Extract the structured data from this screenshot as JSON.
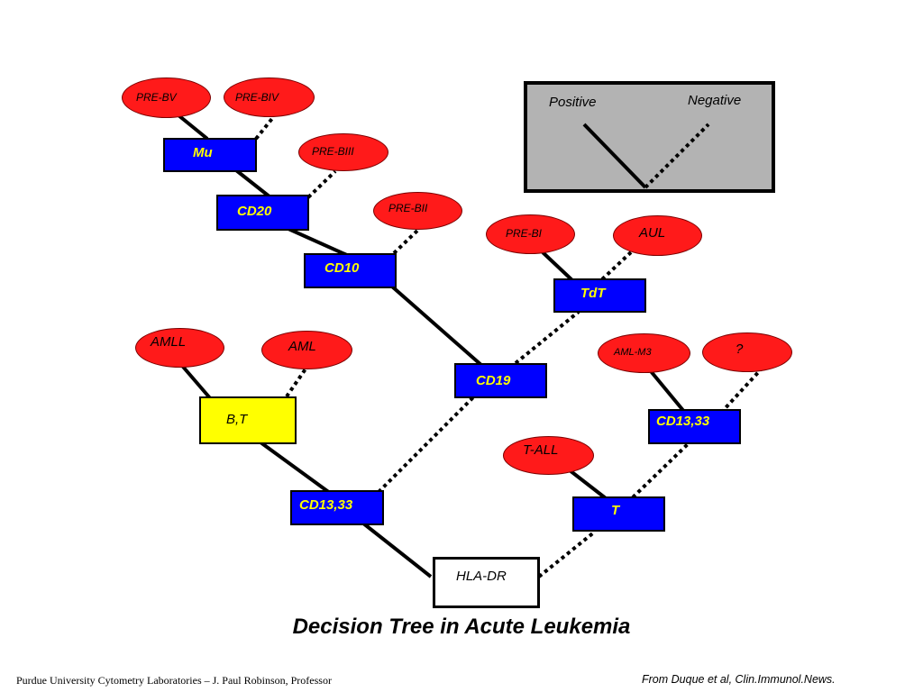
{
  "title": "Decision Tree in Acute Leukemia",
  "legend": {
    "positive": "Positive",
    "negative": "Negative"
  },
  "boxes": {
    "mu": "Mu",
    "cd20": "CD20",
    "cd10": "CD10",
    "tdt": "TdT",
    "cd19": "CD19",
    "bt": "B,T",
    "cd13_33_left": "CD13,33",
    "cd13_33_right": "CD13,33",
    "t": "T",
    "hladr": "HLA-DR"
  },
  "nodes": {
    "pre_bv": "PRE-BV",
    "pre_biv": "PRE-BIV",
    "pre_biii": "PRE-BIII",
    "pre_bii": "PRE-BII",
    "pre_bi": "PRE-BI",
    "aul": "AUL",
    "amll": "AMLL",
    "aml": "AML",
    "aml_m3": "AML-M3",
    "unknown": "?",
    "t_all": "T-ALL"
  },
  "footer": {
    "left": "Purdue University Cytometry Laboratories – J. Paul Robinson, Professor",
    "right": "From Duque et al, Clin.Immunol.News."
  },
  "colors": {
    "box_fill": "#0000ff",
    "box_text": "#ffff00",
    "node_fill": "#ff1a1a",
    "yellow_box": "#ffff00",
    "legend_fill": "#b3b3b3"
  }
}
